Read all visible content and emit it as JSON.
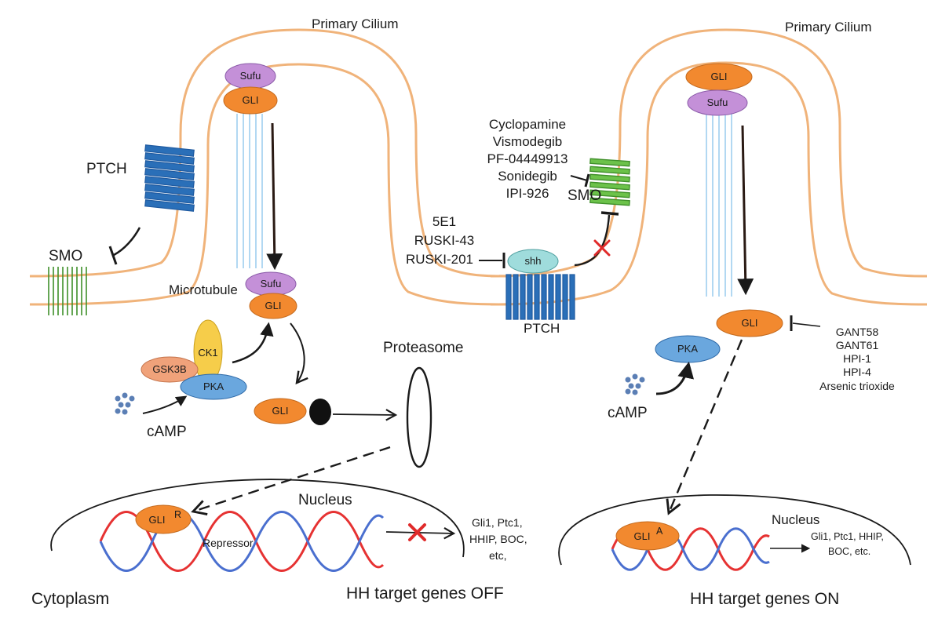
{
  "left_panel": {
    "cilium_title": "Primary Cilium",
    "ptch_label": "PTCH",
    "smo_label": "SMO",
    "sufu_top": "Sufu",
    "gli_top": "GLI",
    "microtubule_label": "Microtubule",
    "sufu_lower": "Sufu",
    "gli_lower": "GLI",
    "ck1_label": "CK1",
    "gsk3b_label": "GSK3B",
    "pka_label": "PKA",
    "camp_label": "cAMP",
    "gli_degraded": "GLI",
    "proteasome_label": "Proteasome",
    "nucleus_label": "Nucleus",
    "gli_repressor": "GLI",
    "gli_repressor_sup": "R",
    "repressor_label": "Repressor",
    "targets": [
      "Gli1, Ptc1,",
      "HHIP, BOC,",
      "etc,"
    ],
    "cytoplasm_label": "Cytoplasm",
    "status_label": "HH target genes OFF"
  },
  "right_panel": {
    "cilium_title": "Primary Cilium",
    "gli_top": "GLI",
    "sufu_top": "Sufu",
    "smo_inhibitors": [
      "Cyclopamine",
      "Vismodegib",
      "PF-04449913",
      "Sonidegib",
      "IPI-926"
    ],
    "smo_label": "SMO",
    "shh_inhibitors": [
      "5E1",
      "RUSKI-43",
      "RUSKI-201"
    ],
    "shh_label": "shh",
    "ptch_label": "PTCH",
    "gli_active": "GLI",
    "gli_inhibitors": [
      "GANT58",
      "GANT61",
      "HPI-1",
      "HPI-4",
      "Arsenic trioxide"
    ],
    "pka_label": "PKA",
    "camp_label": "cAMP",
    "nucleus_label": "Nucleus",
    "gli_activator": "GLI",
    "gli_activator_sup": "A",
    "targets": [
      "Gli1, Ptc1, HHIP,",
      "BOC, etc."
    ],
    "status_label": "HH target genes ON"
  },
  "colors": {
    "membrane": "#f0b37a",
    "gli_orange": "#f2892f",
    "sufu_purple": "#c490d8",
    "pka_blue": "#6aa7de",
    "ptch_blue": "#2a6fb8",
    "smo_green": "#6cc24a",
    "ck1_yellow": "#f6cd4a",
    "gsk3b_salmon": "#f0a27a",
    "shh_teal": "#9fdcdc",
    "microtubule": "#9fcfee",
    "dna_red": "#e63232",
    "dna_blue": "#4a6fcf",
    "block_red": "#e02a2a",
    "camp_dots": "#5b7fb5"
  }
}
